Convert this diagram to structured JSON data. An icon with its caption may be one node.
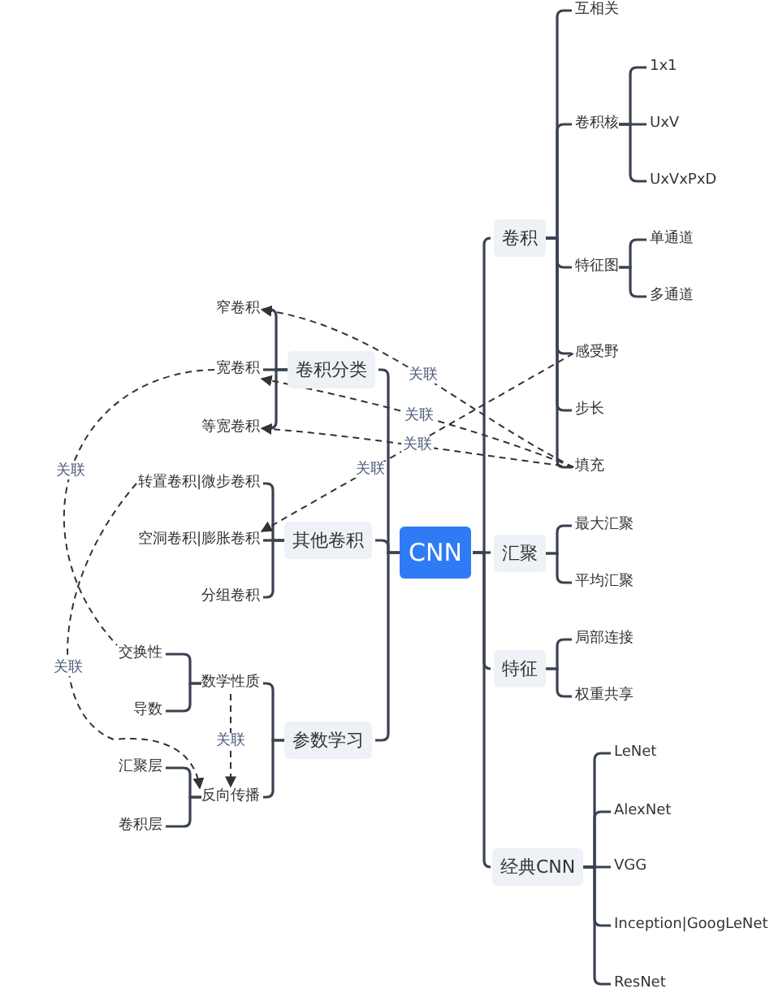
{
  "diagram": {
    "nodes": [
      {
        "text": [
          "CNN"
        ]
      },
      {
        "text": [
          "卷积"
        ]
      },
      {
        "text": [
          "互相关"
        ]
      },
      {
        "text": [
          "卷积核"
        ]
      },
      {
        "text": [
          "1x1"
        ]
      },
      {
        "text": [
          "UxV"
        ]
      },
      {
        "text": [
          "UxVxPxD"
        ]
      },
      {
        "text": [
          "特征图"
        ]
      },
      {
        "text": [
          "单通道"
        ]
      },
      {
        "text": [
          "多通道"
        ]
      },
      {
        "text": [
          "感受野"
        ]
      },
      {
        "text": [
          "步长"
        ]
      },
      {
        "text": [
          "填充"
        ]
      },
      {
        "text": [
          "汇聚"
        ]
      },
      {
        "text": [
          "最大汇聚"
        ]
      },
      {
        "text": [
          "平均汇聚"
        ]
      },
      {
        "text": [
          "特征"
        ]
      },
      {
        "text": [
          "局部连接"
        ]
      },
      {
        "text": [
          "权重共享"
        ]
      },
      {
        "text": [
          "经典CNN"
        ]
      },
      {
        "text": [
          "LeNet"
        ]
      },
      {
        "text": [
          "AlexNet"
        ]
      },
      {
        "text": [
          "VGG"
        ]
      },
      {
        "text": [
          "Inception|GoogLeNet"
        ]
      },
      {
        "text": [
          "ResNet"
        ]
      },
      {
        "text": [
          "卷积分类"
        ]
      },
      {
        "text": [
          "窄卷积"
        ]
      },
      {
        "text": [
          "宽卷积"
        ]
      },
      {
        "text": [
          "等宽卷积"
        ]
      },
      {
        "text": [
          "其他卷积"
        ]
      },
      {
        "text": [
          "转置卷积|微步卷积"
        ]
      },
      {
        "text": [
          "空洞卷积|膨胀卷积"
        ]
      },
      {
        "text": [
          "分组卷积"
        ]
      },
      {
        "text": [
          "参数学习"
        ]
      },
      {
        "text": [
          "数学性质"
        ]
      },
      {
        "text": [
          "交换性"
        ]
      },
      {
        "text": [
          "导数"
        ]
      },
      {
        "text": [
          "反向传播"
        ]
      },
      {
        "text": [
          "汇聚层"
        ]
      },
      {
        "text": [
          "卷积层"
        ]
      }
    ],
    "edges": [
      {
        "from": 0,
        "to": 1,
        "arrow": "none"
      },
      {
        "from": 0,
        "to": 13,
        "arrow": "none"
      },
      {
        "from": 0,
        "to": 16,
        "arrow": "none"
      },
      {
        "from": 0,
        "to": 19,
        "arrow": "none"
      },
      {
        "from": 1,
        "to": 2,
        "arrow": "none"
      },
      {
        "from": 1,
        "to": 3,
        "arrow": "none"
      },
      {
        "from": 1,
        "to": 7,
        "arrow": "none"
      },
      {
        "from": 1,
        "to": 10,
        "arrow": "none"
      },
      {
        "from": 1,
        "to": 11,
        "arrow": "none"
      },
      {
        "from": 1,
        "to": 12,
        "arrow": "none"
      },
      {
        "from": 3,
        "to": 4,
        "arrow": "none"
      },
      {
        "from": 3,
        "to": 5,
        "arrow": "none"
      },
      {
        "from": 3,
        "to": 6,
        "arrow": "none"
      },
      {
        "from": 7,
        "to": 8,
        "arrow": "none"
      },
      {
        "from": 7,
        "to": 9,
        "arrow": "none"
      },
      {
        "from": 13,
        "to": 14,
        "arrow": "none"
      },
      {
        "from": 13,
        "to": 15,
        "arrow": "none"
      },
      {
        "from": 16,
        "to": 17,
        "arrow": "none"
      },
      {
        "from": 16,
        "to": 18,
        "arrow": "none"
      },
      {
        "from": 19,
        "to": 20,
        "arrow": "none"
      },
      {
        "from": 19,
        "to": 21,
        "arrow": "none"
      },
      {
        "from": 19,
        "to": 22,
        "arrow": "none"
      },
      {
        "from": 19,
        "to": 23,
        "arrow": "none"
      },
      {
        "from": 19,
        "to": 24,
        "arrow": "none"
      },
      {
        "from": 0,
        "to": 25,
        "arrow": "none"
      },
      {
        "from": 0,
        "to": 29,
        "arrow": "none"
      },
      {
        "from": 0,
        "to": 33,
        "arrow": "none"
      },
      {
        "from": 25,
        "to": 26,
        "arrow": "none"
      },
      {
        "from": 25,
        "to": 27,
        "arrow": "none"
      },
      {
        "from": 25,
        "to": 28,
        "arrow": "none"
      },
      {
        "from": 29,
        "to": 30,
        "arrow": "none"
      },
      {
        "from": 29,
        "to": 31,
        "arrow": "none"
      },
      {
        "from": 29,
        "to": 32,
        "arrow": "none"
      },
      {
        "from": 33,
        "to": 34,
        "arrow": "none"
      },
      {
        "from": 33,
        "to": 37,
        "arrow": "none"
      },
      {
        "from": 34,
        "to": 35,
        "arrow": "none"
      },
      {
        "from": 34,
        "to": 36,
        "arrow": "none"
      },
      {
        "from": 37,
        "to": 38,
        "arrow": "none"
      },
      {
        "from": 37,
        "to": 39,
        "arrow": "none"
      },
      {
        "from": 12,
        "to": 26,
        "arrow": "to",
        "label": "关联",
        "style": "dashed"
      },
      {
        "from": 12,
        "to": 27,
        "arrow": "to",
        "label": "关联",
        "style": "dashed"
      },
      {
        "from": 12,
        "to": 28,
        "arrow": "to",
        "label": "关联",
        "style": "dashed"
      },
      {
        "from": 10,
        "to": 31,
        "arrow": "to",
        "label": "关联",
        "style": "dashed"
      },
      {
        "from": 27,
        "to": 35,
        "arrow": "none",
        "label": "关联",
        "style": "dashed"
      },
      {
        "from": 30,
        "to": 37,
        "arrow": "to",
        "label": "关联",
        "style": "dashed"
      },
      {
        "from": 34,
        "to": 37,
        "arrow": "to",
        "label": "关联",
        "style": "dashed"
      }
    ]
  }
}
